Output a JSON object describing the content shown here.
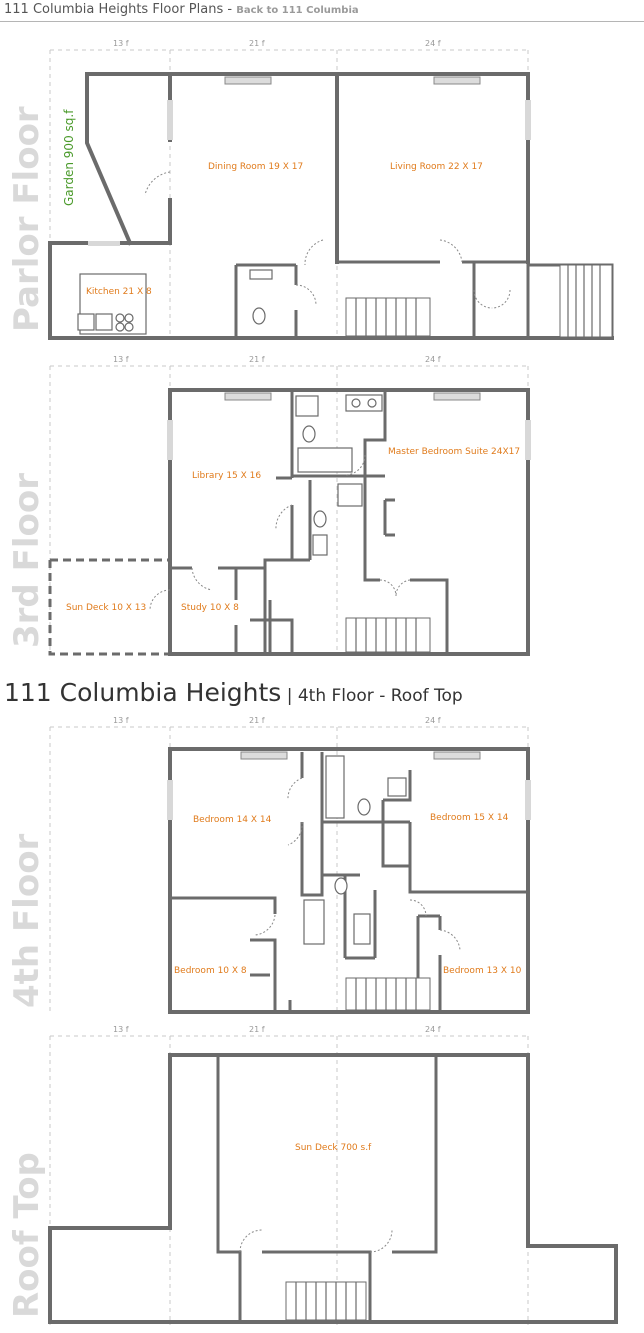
{
  "header": {
    "title": "111 Columbia Heights Floor Plans - ",
    "back_link": "Back to 111 Columbia"
  },
  "section": {
    "title": "111 Columbia Heights",
    "subtitle": " | 4th Floor - Roof Top"
  },
  "dimensions": {
    "a": "13 f",
    "b": "21 f",
    "c": "24 f"
  },
  "floors": {
    "parlor": {
      "label": "Parlor Floor",
      "garden": "Garden 900 sq.f",
      "dining": "Dining Room 19 X 17",
      "living": "Living Room 22 X 17",
      "kitchen": "Kitchen 21 X 8"
    },
    "third": {
      "label": "3rd Floor",
      "library": "Library 15 X 16",
      "master": "Master Bedroom Suite 24X17",
      "sundeck": "Sun Deck 10 X 13",
      "study": "Study 10 X 8"
    },
    "fourth": {
      "label": "4th Floor",
      "bed1": "Bedroom 14 X 14",
      "bed2": "Bedroom 15 X 14",
      "bed3": "Bedroom 10 X 8",
      "bed4": "Bedroom 13 X 10"
    },
    "roof": {
      "label": "Roof Top",
      "sundeck": "Sun Deck 700 s.f"
    }
  }
}
